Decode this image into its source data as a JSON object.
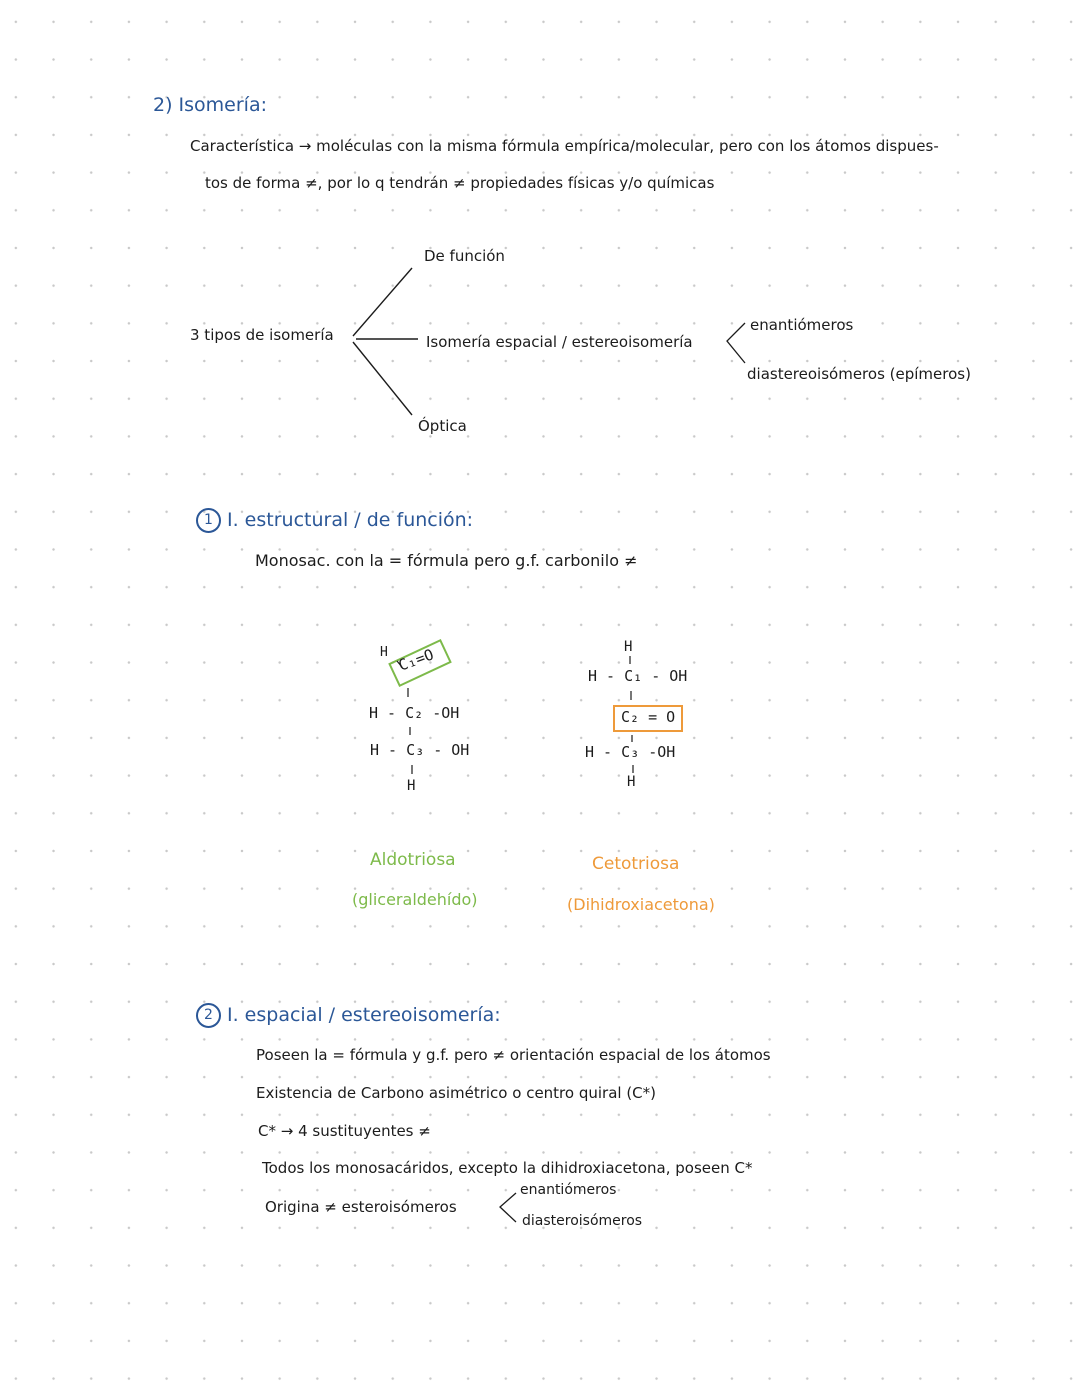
{
  "section2": {
    "title": "2) Isomería:",
    "definition_line1": "Característica → moléculas con la misma fórmula empírica/molecular, pero con los átomos dispues-",
    "definition_line2": "tos de forma ≠, por lo q tendrán ≠ propiedades físicas y/o químicas"
  },
  "tree": {
    "root": "3 tipos de isomería",
    "branch_top": "De función",
    "branch_mid": "Isomería espacial / estereoisomería",
    "branch_bottom": "Óptica",
    "sub_top": "enantiómeros",
    "sub_bottom": "diastereoisómeros (epímeros)"
  },
  "sub1": {
    "number": "1",
    "title": "I. estructural / de función:",
    "bullet": "Monosac. con la = fórmula pero g.f. carbonilo ≠"
  },
  "molecules": {
    "aldo": {
      "h_top": "H",
      "co": "C₁=O",
      "row2": "H - C₂ -OH",
      "row3": "H - C₃ - OH",
      "h_bottom": "H",
      "name": "Aldotriosa",
      "subname": "(gliceraldehído)"
    },
    "ceto": {
      "h_top": "H",
      "row1": "H - C₁ - OH",
      "co": "C₂ = O",
      "row3": "H - C₃ -OH",
      "h_bottom": "H",
      "name": "Cetotriosa",
      "subname": "(Dihidroxiacetona)"
    }
  },
  "sub2": {
    "number": "2",
    "title": "I. espacial / estereoisomería:",
    "bullet1": "Poseen la = fórmula y g.f. pero ≠ orientación espacial de los átomos",
    "bullet2": "Existencia de Carbono asimétrico o centro quiral (C*)",
    "bullet3": "C* → 4 sustituyentes ≠",
    "bullet4": "Todos los monosacáridos, excepto la dihidroxiacetona, poseen C*",
    "bullet5": "Origina ≠ esteroisómeros",
    "bullet5_top": "enantiómeros",
    "bullet5_bottom": "diasteroisómeros"
  },
  "colors": {
    "title_blue": "#2b5797",
    "aldo_green": "#7dba4a",
    "ceto_orange": "#ee9a3a",
    "ink": "#1c1c1c"
  }
}
